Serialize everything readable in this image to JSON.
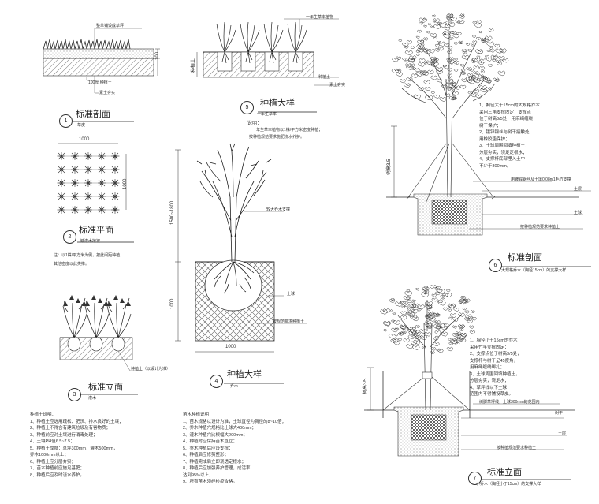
{
  "detail1": {
    "num": "1",
    "title": "标准剖面",
    "sub": "草皮",
    "label_top": "整草铺设成草坪",
    "label_soil": "100厚 种植土",
    "label_base": "素土夯实",
    "dim_h": "100"
  },
  "detail2": {
    "num": "2",
    "title": "标准平面",
    "sub": "矮灌木地被",
    "dim_w": "1000",
    "dim_h": "1000",
    "note1": "注：以1株/平方米为例，按此间距种植；",
    "note2": "其他密度以此类推。"
  },
  "detail3": {
    "num": "3",
    "title": "标准立面",
    "sub": "灌木",
    "label": "种植土（以设计为准）"
  },
  "detail4": {
    "num": "4",
    "title": "种植大样",
    "sub": "乔木",
    "dim_h1": "1500~1800",
    "dim_h2": "1000",
    "dim_w": "1000",
    "label1": "较大乔木支撑",
    "label2": "土球",
    "label3": "按规范要求种植土"
  },
  "detail5": {
    "num": "5",
    "title": "种植大样",
    "sub": "一年生草本",
    "label1": "一年生草本植物",
    "label2": "种植土",
    "label3": "素土夯实",
    "note_head": "说明：",
    "note1": "一年生草本植物以1株/平方米密度种植；",
    "note2": "按种植规范要求施肥浇水养护。"
  },
  "detail6": {
    "num": "6",
    "title": "标准剖面",
    "sub": "大规格乔木（胸径15cm）的支撑大样",
    "dim_h": "树高3/5",
    "label1": "土球",
    "label2": "按种植规范要求种植土",
    "label3": "用镀锌钢丝及土壤0.08m1毛竹支撑",
    "label4": "土层",
    "notes": [
      "1、胸径大于15cm的大规格乔木",
      "采用三角支撑固定，支撑点",
      "位于树高3/5处，用麻绳缠绕",
      "树干保护；",
      "2、镀锌钢丝与树干接触处",
      "用橡胶垫保护；",
      "3、土球周围回填种植土，",
      "分层夯实，浇足定根水；",
      "4、支撑杆底部埋入土中",
      "不少于300mm。"
    ]
  },
  "detail7": {
    "num": "7",
    "title": "标准立面",
    "sub": "小乔木（胸径小于15cm）的支撑大样",
    "dim_h": "树高3/5",
    "label1": "树脚草坪线，土球300mm的范围内",
    "label2": "树干",
    "label3": "土层",
    "label4": "按种植规范要求种植土",
    "notes": [
      "1、胸径小于15cm的乔木",
      "采用竹竿支撑固定；",
      "2、支撑点位于树高3/5处，",
      "支撑杆与树干呈45度角，",
      "用麻绳缠绕绑扎；",
      "3、土球周围回填种植土，",
      "分层夯实，浇足水；",
      "4、草坪线以下土球",
      "范围内不得铺设草皮。"
    ]
  },
  "notes_left": {
    "head": "种植土说明：",
    "items": [
      "1、种植土应选用疏松、肥沃、排水良好的土壤；",
      "2、种植土不得含有建筑垃圾及有害物质；",
      "3、种植前应对土壤进行消毒处理；",
      "4、土壤PH值6.5~7.5；",
      "5、种植土厚度：草坪300mm，灌木500mm，",
      "   乔木1000mm以上；",
      "6、种植土应分层夯实；",
      "7、苗木种植前应施足基肥；",
      "8、种植后应及时浇水养护。"
    ]
  },
  "notes_right": {
    "head": "苗木种植说明：",
    "items": [
      "1、苗木规格以设计为准，土球直径为胸径的8~10倍；",
      "2、乔木种植穴规格比土球大400mm；",
      "3、灌木种植穴比根幅大200mm；",
      "4、种植时应保持苗木直立；",
      "5、乔木种植后应设支撑；",
      "6、种植后应修剪整形；",
      "7、种植完成后立即浇透定根水；",
      "8、种植后应加强养护管理，成活率",
      "   达到95%以上；",
      "9、所有苗木须经检疫合格。"
    ]
  }
}
